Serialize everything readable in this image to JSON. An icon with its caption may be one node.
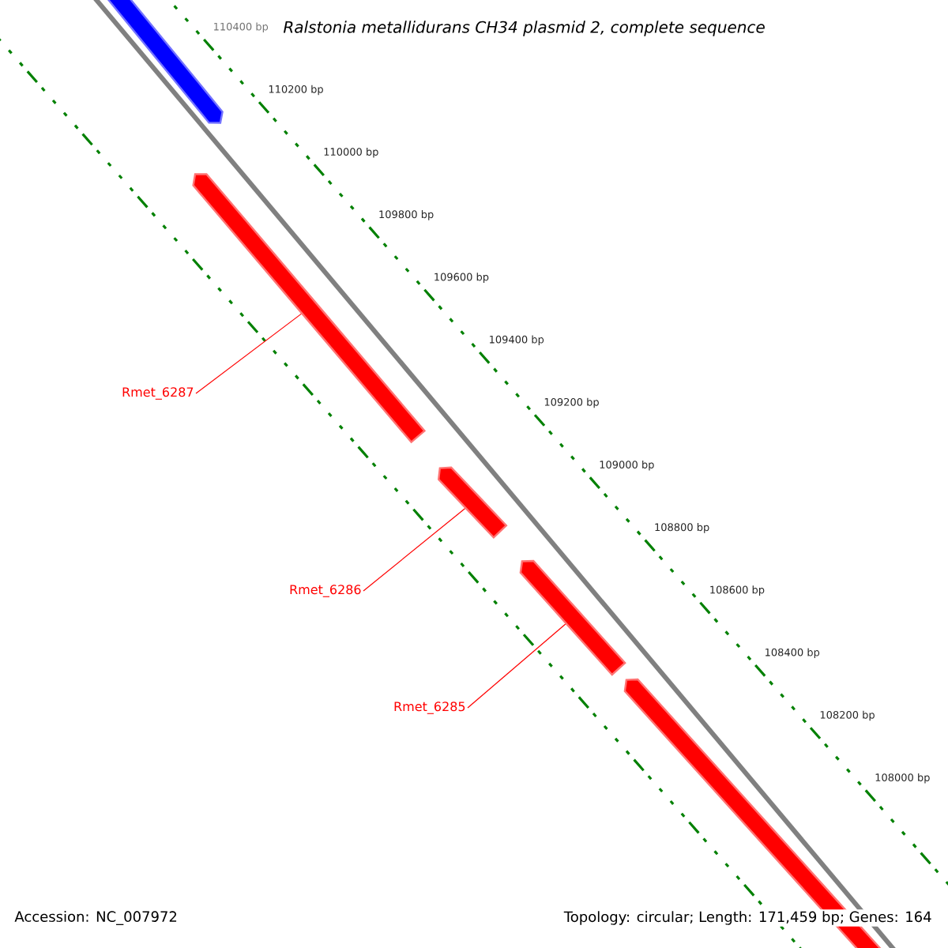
{
  "diagram": {
    "title": "Ralstonia metallidurans CH34 plasmid 2, complete sequence",
    "nodes": [
      {
        "text": [],
        "shape": "bar"
      },
      {
        "text": [],
        "shape": "bar"
      },
      {
        "text": [],
        "shape": "bar"
      },
      {
        "text": [],
        "shape": "bar"
      },
      {
        "text": [],
        "shape": "bar"
      },
      {
        "text": [
          "Rmet_6287"
        ]
      },
      {
        "text": [
          "Rmet_6286"
        ]
      },
      {
        "text": [
          "Rmet_6285"
        ]
      }
    ],
    "edges": [
      {
        "from": 5,
        "to": 1,
        "arrow": "none"
      },
      {
        "from": 6,
        "to": 2,
        "arrow": "none"
      },
      {
        "from": 7,
        "to": 3,
        "arrow": "none"
      }
    ],
    "labels": [
      "110400 bp",
      "110200 bp",
      "110000 bp",
      "109800 bp",
      "109600 bp",
      "109400 bp",
      "109200 bp",
      "109000 bp",
      "108800 bp",
      "108600 bp",
      "108400 bp",
      "108200 bp",
      "108000 bp",
      "Accession: NC_007972",
      "Topology: circular; Length: 171,459 bp; Genes: 164"
    ]
  }
}
